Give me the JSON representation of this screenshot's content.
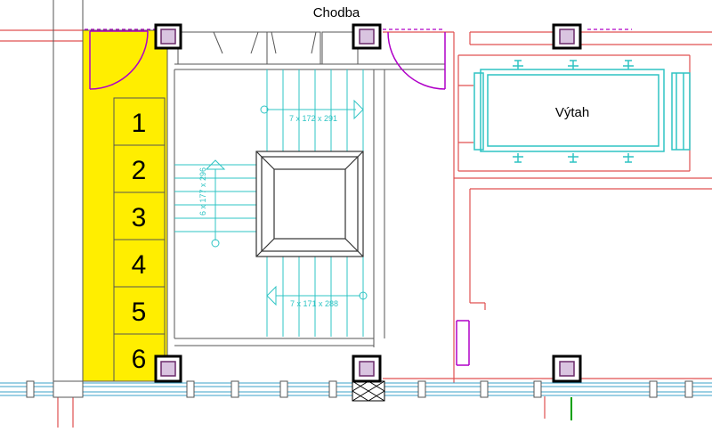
{
  "labels": {
    "corridor": "Chodba",
    "elevator": "Výtah"
  },
  "parking_numbers": [
    "1",
    "2",
    "3",
    "4",
    "5",
    "6"
  ],
  "stair_dimensions": {
    "top": "7 x 172 x 291",
    "left": "6 x 177 x 296",
    "bottom": "7 x 171 x 288"
  },
  "colors": {
    "walls": "#e05050",
    "stairs": "#2fc4c4",
    "highlight": "#ffee00",
    "doors": "#b000c8",
    "columns": "#000000",
    "windows": "#3aa0c8"
  }
}
